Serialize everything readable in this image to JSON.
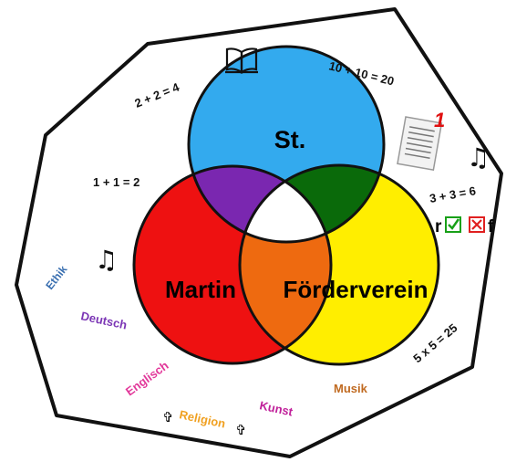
{
  "venn": {
    "circles": [
      {
        "label": "St.",
        "color": "#33aaee"
      },
      {
        "label": "Martin",
        "color": "#ee1111"
      },
      {
        "label": "Förderverein",
        "color": "#ffee00"
      }
    ],
    "overlap_colors": {
      "top_left": "#7a27b0",
      "top_right": "#0a6a0a",
      "bottom": "#ee6a10",
      "center": "#ffffff"
    }
  },
  "border_color": "#111111",
  "equations": [
    "2 + 2 = 4",
    "10 + 10 = 20",
    "1 + 1 = 2",
    "3 + 3 = 6",
    "5 x 5 = 25"
  ],
  "document_number": "1",
  "grading": {
    "right": "r",
    "wrong": "f"
  },
  "subjects": [
    {
      "name": "Ethik",
      "color": "#3a6fb0"
    },
    {
      "name": "Deutsch",
      "color": "#7b35b5"
    },
    {
      "name": "Englisch",
      "color": "#e2389a"
    },
    {
      "name": "Religion",
      "color": "#f0a020"
    },
    {
      "name": "Kunst",
      "color": "#c0209a"
    },
    {
      "name": "Musik",
      "color": "#c06a20"
    }
  ],
  "icons": [
    "book-icon",
    "document-icon",
    "music-note-icon",
    "checkbox-check-icon",
    "checkbox-cross-icon",
    "cross-icon"
  ]
}
